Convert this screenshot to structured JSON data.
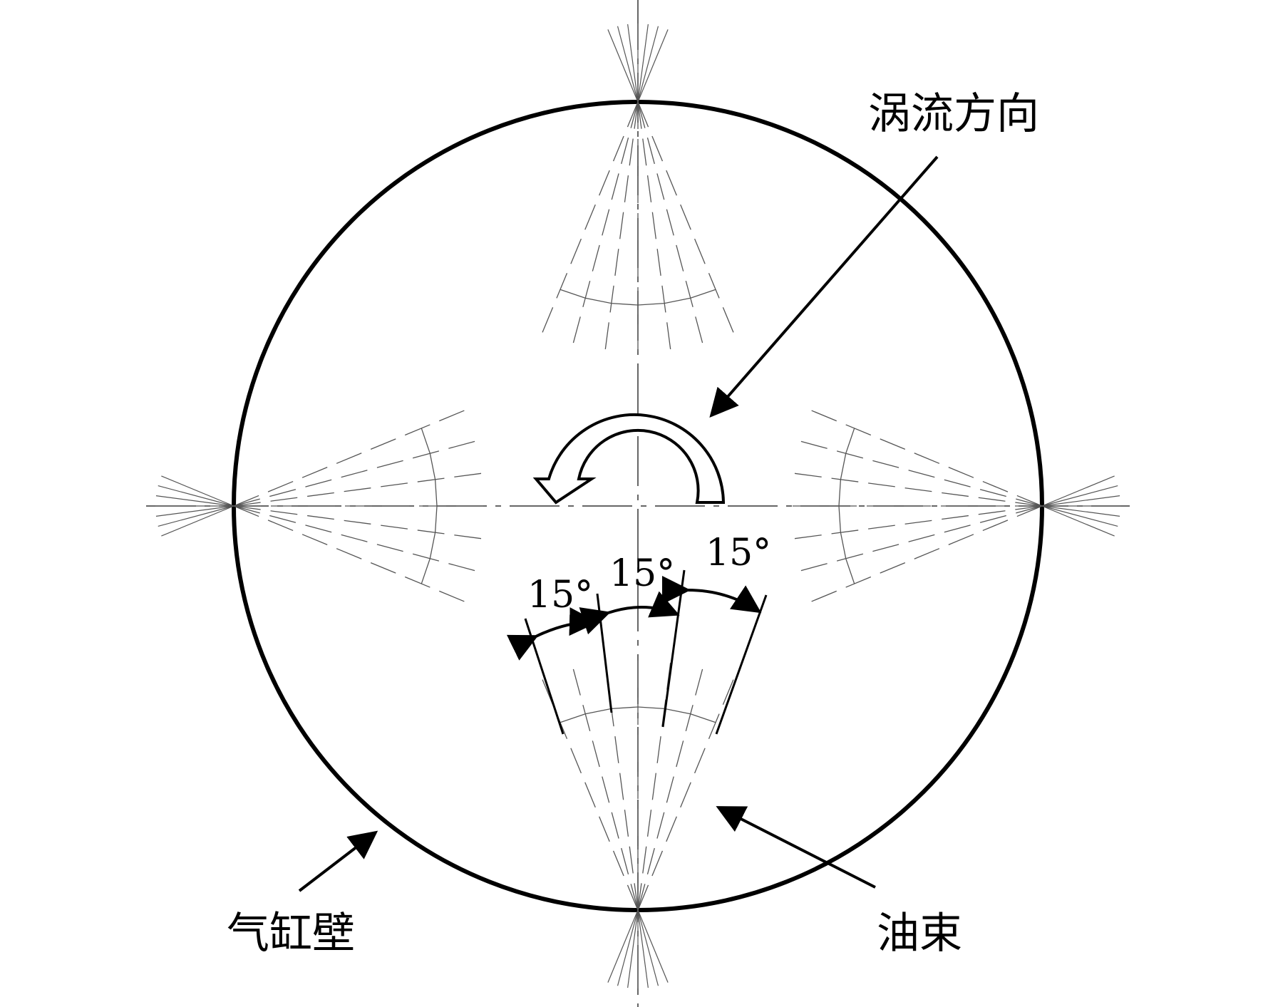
{
  "labels": {
    "swirl_direction": "涡流方向",
    "cylinder_wall": "气缸壁",
    "oil_spray": "油束",
    "angle_left": "15°",
    "angle_middle": "15°",
    "angle_right": "15°"
  },
  "colors": {
    "line": "#000000",
    "spray_line": "#555555",
    "background": "#ffffff"
  },
  "icons": {
    "swirl_arrow": "curved-arrow-counterclockwise"
  }
}
